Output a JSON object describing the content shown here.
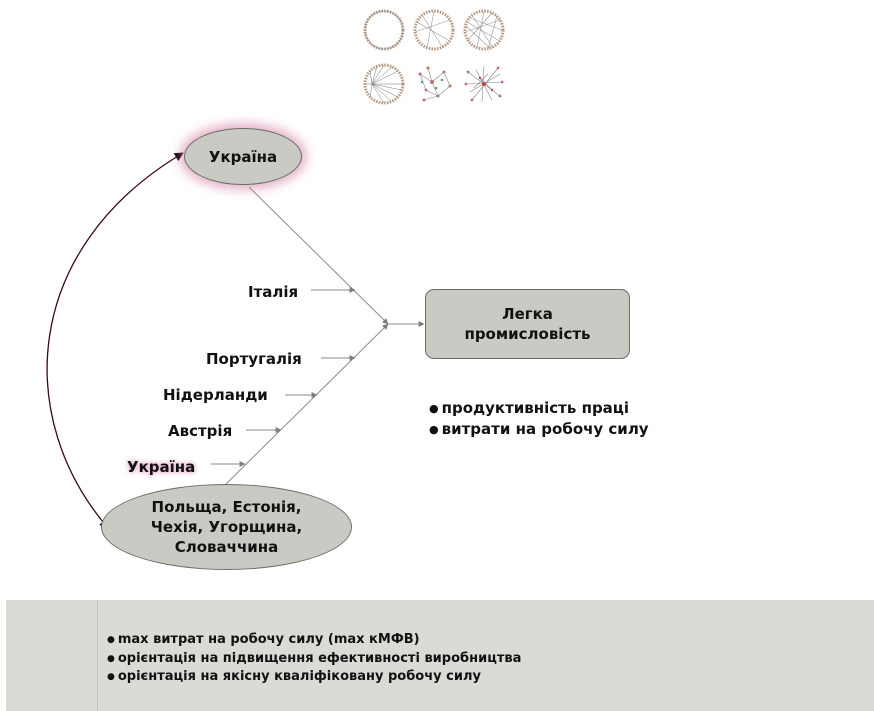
{
  "diagram": {
    "source_top": "Україна",
    "target": "Легка промисловість",
    "source_bottom": "Польща, Естонія, Чехія, Угорщина, Словаччина",
    "branch_labels": [
      "Італія",
      "Португалія",
      "Нідерланди",
      "Австрія",
      "Україна"
    ],
    "indicators": [
      "продуктивність праці",
      "витрати на робочу силу"
    ]
  },
  "band": {
    "items": [
      "max витрат на робочу силу (max кМФВ)",
      "орієнтація на підвищення ефективності виробництва",
      "орієнтація на якісну кваліфіковану робочу силу"
    ]
  },
  "colors": {
    "node_fill": "#c8cac3",
    "glow": "#d47ea6",
    "band": "#dadbd6"
  },
  "icons": [
    "ring-network-icon",
    "rewired-ring-network-icon",
    "random-network-icon",
    "hub-network-icon",
    "clustered-network-icon",
    "dense-network-icon"
  ]
}
